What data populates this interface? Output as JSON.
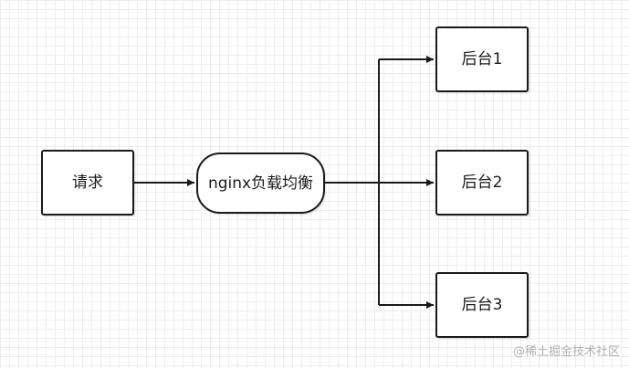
{
  "nodes": {
    "request": "请求",
    "load_balancer": "nginx负载均衡",
    "backends": [
      "后台1",
      "后台2",
      "后台3"
    ]
  },
  "watermark": "@稀土掘金技术社区",
  "colors": {
    "stroke": "#1a1a1a",
    "grid": "#ededed",
    "watermark": "#b0b0b0"
  }
}
